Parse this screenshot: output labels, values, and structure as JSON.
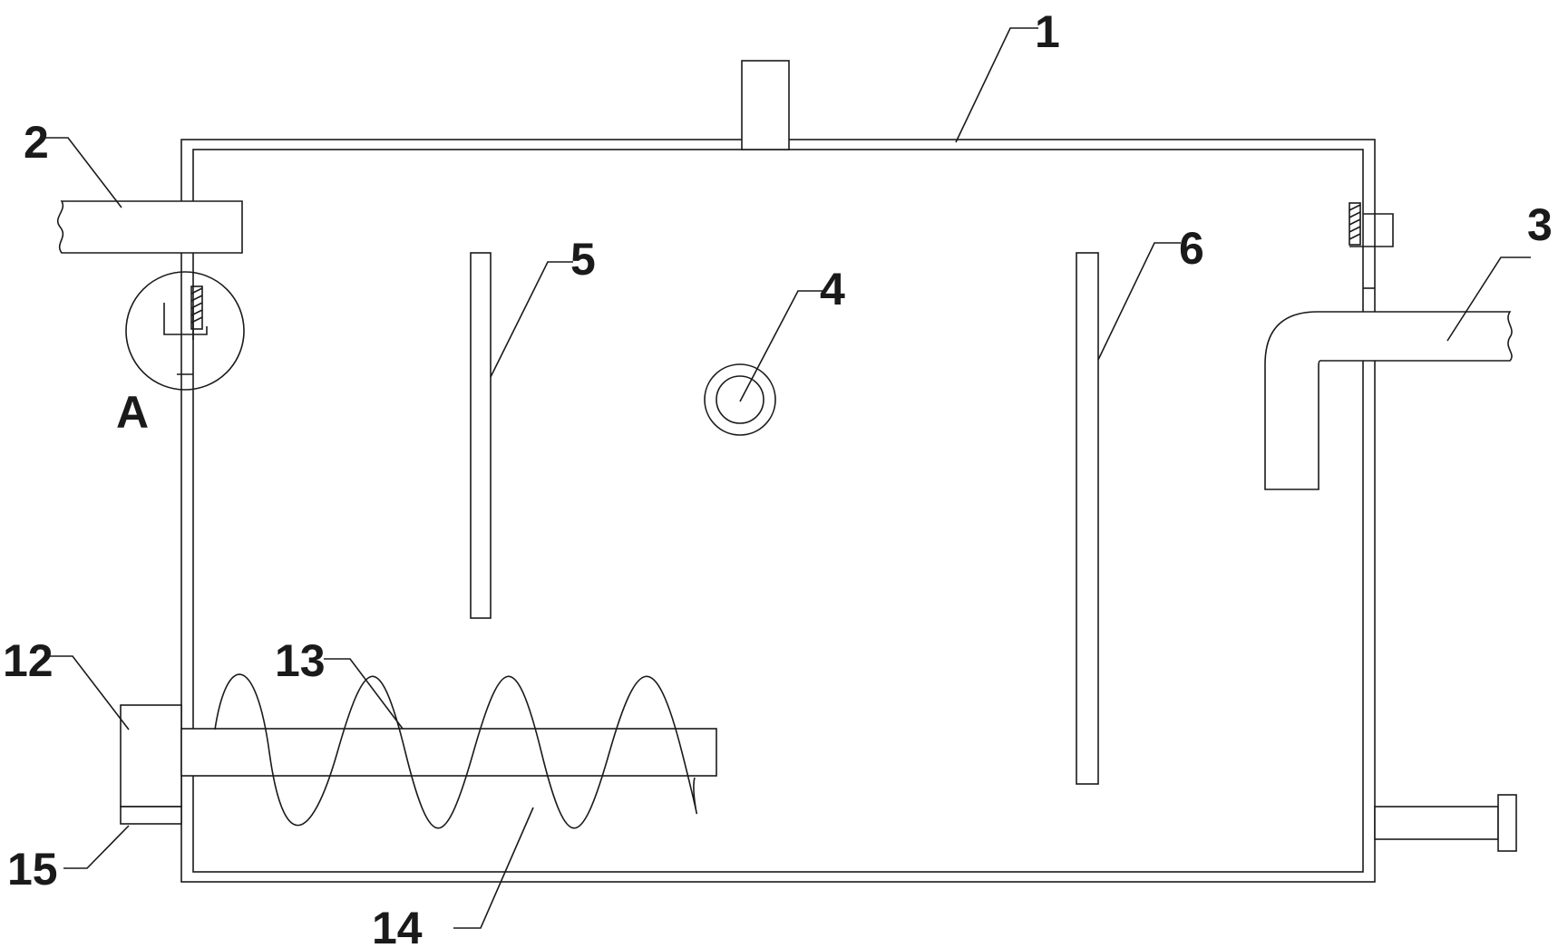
{
  "labels": {
    "l1": "1",
    "l2": "2",
    "l3": "3",
    "l4": "4",
    "l5": "5",
    "l6": "6",
    "l12": "12",
    "l13": "13",
    "l14": "14",
    "l15": "15",
    "detailA": "A"
  },
  "colors": {
    "stroke": "#1a1a1a",
    "background": "#ffffff"
  }
}
